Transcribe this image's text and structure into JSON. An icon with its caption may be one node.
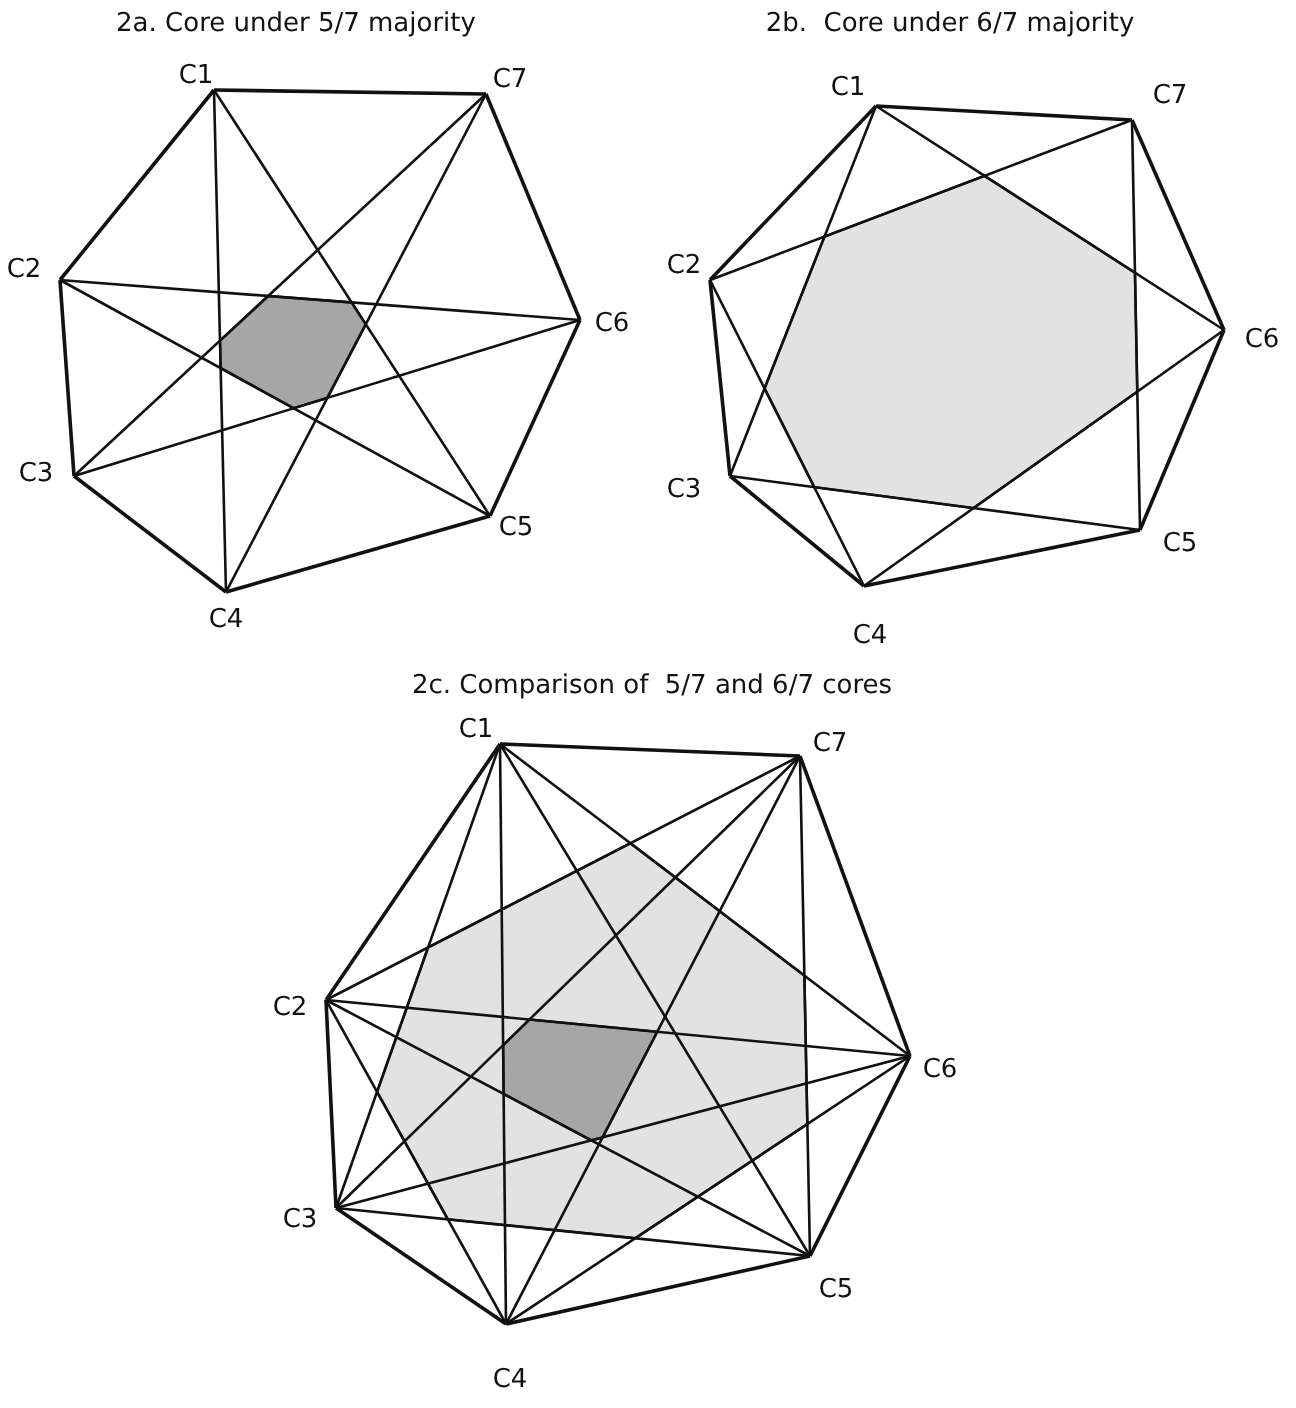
{
  "diagram": {
    "labels": [
      "2a. Core under 5/7 majority",
      "2b.  Core under 6/7 majority",
      "C1",
      "C7",
      "C2",
      "C6",
      "C3",
      "C5",
      "C4",
      "C1",
      "C7",
      "C2",
      "C6",
      "C3",
      "C5",
      "C4",
      "2c. Comparison of  5/7 and 6/7 cores",
      "C1",
      "C7",
      "C2",
      "C6",
      "C3",
      "C5",
      "C4"
    ]
  }
}
